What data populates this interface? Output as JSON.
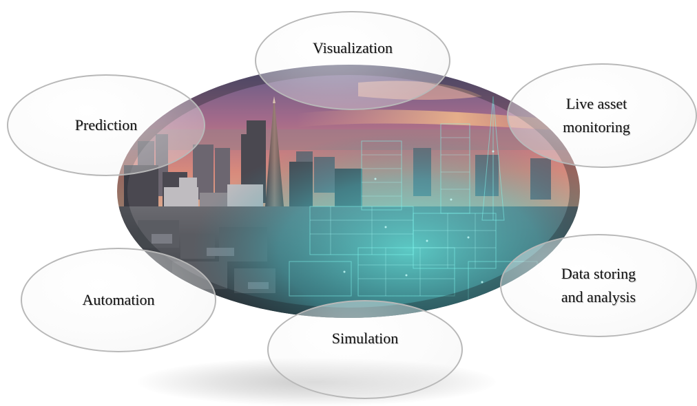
{
  "hub": {
    "image_subject": "city skyline at dusk with digital wireframe overlay"
  },
  "nodes": [
    {
      "id": "visualization",
      "label": "Visualization"
    },
    {
      "id": "prediction",
      "label": "Prediction"
    },
    {
      "id": "live-asset-monitoring",
      "label": "Live asset\nmonitoring"
    },
    {
      "id": "automation",
      "label": "Automation"
    },
    {
      "id": "data-storing-and-analysis",
      "label": "Data storing\nand analysis"
    },
    {
      "id": "simulation",
      "label": "Simulation"
    }
  ]
}
